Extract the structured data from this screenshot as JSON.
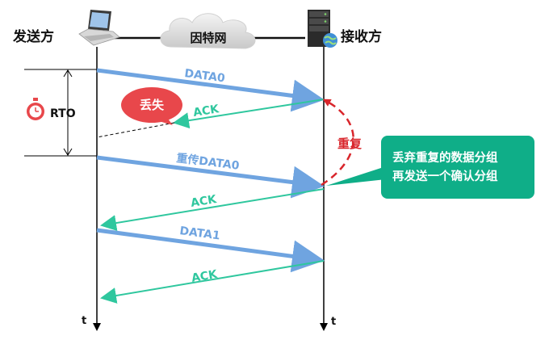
{
  "sender": {
    "label": "发送方"
  },
  "receiver": {
    "label": "接收方"
  },
  "network": {
    "label": "因特网"
  },
  "timeout": {
    "label": "RTO"
  },
  "messages": [
    {
      "label": "DATA0",
      "direction": "to-receiver"
    },
    {
      "label": "ACK",
      "direction": "to-sender"
    },
    {
      "label": "重传DATA0",
      "direction": "to-receiver"
    },
    {
      "label": "ACK",
      "direction": "to-sender"
    },
    {
      "label": "DATA1",
      "direction": "to-receiver"
    },
    {
      "label": "ACK",
      "direction": "to-sender"
    }
  ],
  "loss": {
    "label": "丢失"
  },
  "duplicate": {
    "label": "重复"
  },
  "note": {
    "line1": "丢弃重复的数据分组",
    "line2": "再发送一个确认分组"
  },
  "time_axis": {
    "sender_label": "t",
    "receiver_label": "t"
  },
  "icons": {
    "sender": "laptop-icon",
    "receiver": "server-icon",
    "network": "cloud-icon",
    "timer": "stopwatch-icon"
  },
  "colors": {
    "data_arrow": "#6fa4e0",
    "ack_arrow": "#2fc79e",
    "loss_bubble": "#e8474b",
    "duplicate": "#d9262c",
    "note_box": "#0fae88"
  }
}
